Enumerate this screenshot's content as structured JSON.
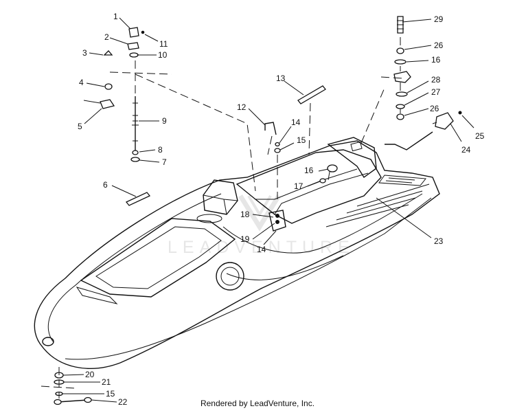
{
  "footer": "Rendered by LeadVenture, Inc.",
  "callouts": [
    "1",
    "2",
    "3",
    "4",
    "5",
    "6",
    "7",
    "8",
    "9",
    "10",
    "11",
    "12",
    "13",
    "14",
    "14",
    "15",
    "15",
    "16",
    "16",
    "17",
    "18",
    "19",
    "20",
    "21",
    "22",
    "23",
    "24",
    "25",
    "26",
    "26",
    "27",
    "28",
    "29"
  ],
  "watermark": "LeadVenture logo"
}
